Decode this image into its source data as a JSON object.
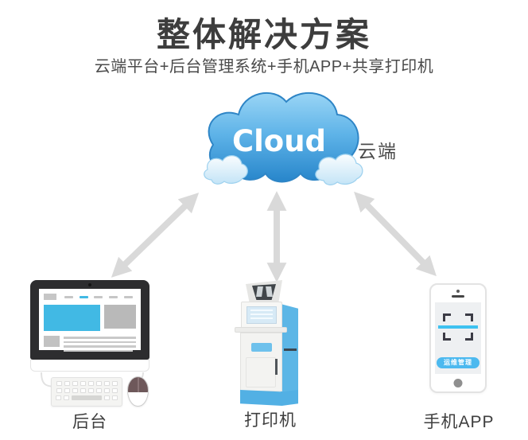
{
  "header": {
    "title": "整体解决方案",
    "subtitle": "云端平台+后台管理系统+手机APP+共享打印机"
  },
  "cloud": {
    "label": "Cloud",
    "caption": "云端"
  },
  "nodes": {
    "backend": {
      "label": "后台"
    },
    "printer": {
      "label": "打印机"
    },
    "mobile": {
      "label": "手机APP",
      "app_button": "运维管理"
    }
  },
  "colors": {
    "accent_cyan": "#41b9e4",
    "cloud_blue_top": "#a6dcf8",
    "cloud_blue_bottom": "#1778c2",
    "kiosk_blue": "#5cb6e6",
    "arrow_gray": "#d9d9d9",
    "title_gray": "#3d3d3d"
  }
}
